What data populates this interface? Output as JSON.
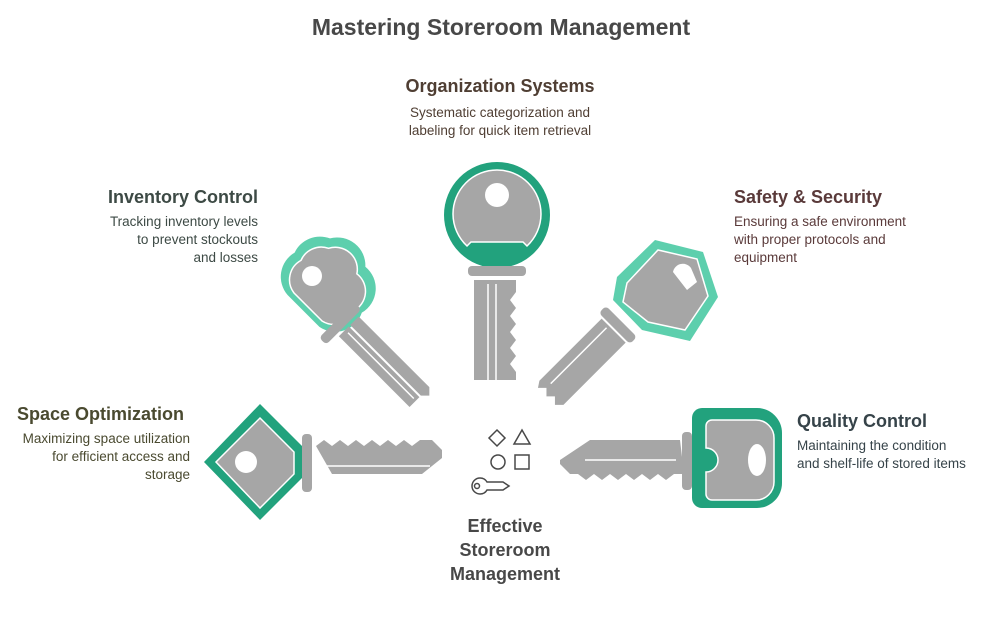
{
  "title": "Mastering Storeroom Management",
  "center": {
    "label_lines": [
      "Effective",
      "Storeroom",
      "Management"
    ]
  },
  "colors": {
    "key_gray": "#a6a6a6",
    "dark_teal": "#22a27d",
    "light_teal": "#5dcfad"
  },
  "items": [
    {
      "heading": "Organization Systems",
      "lines": [
        "Systematic categorization and",
        "labeling for quick item retrieval"
      ],
      "color": "#4f3e33"
    },
    {
      "heading": "Inventory Control",
      "lines": [
        "Tracking inventory levels",
        "to prevent stockouts",
        "and losses"
      ],
      "color": "#3d4a45"
    },
    {
      "heading": "Safety & Security",
      "lines": [
        "Ensuring a safe environment",
        "with proper protocols and",
        "equipment"
      ],
      "color": "#5a3a3a"
    },
    {
      "heading": "Space Optimization",
      "lines": [
        "Maximizing space utilization",
        "for efficient access and",
        "storage"
      ],
      "color": "#4a4a30"
    },
    {
      "heading": "Quality Control",
      "lines": [
        "Maintaining the condition",
        "and shelf-life of stored items"
      ],
      "color": "#364349"
    }
  ]
}
